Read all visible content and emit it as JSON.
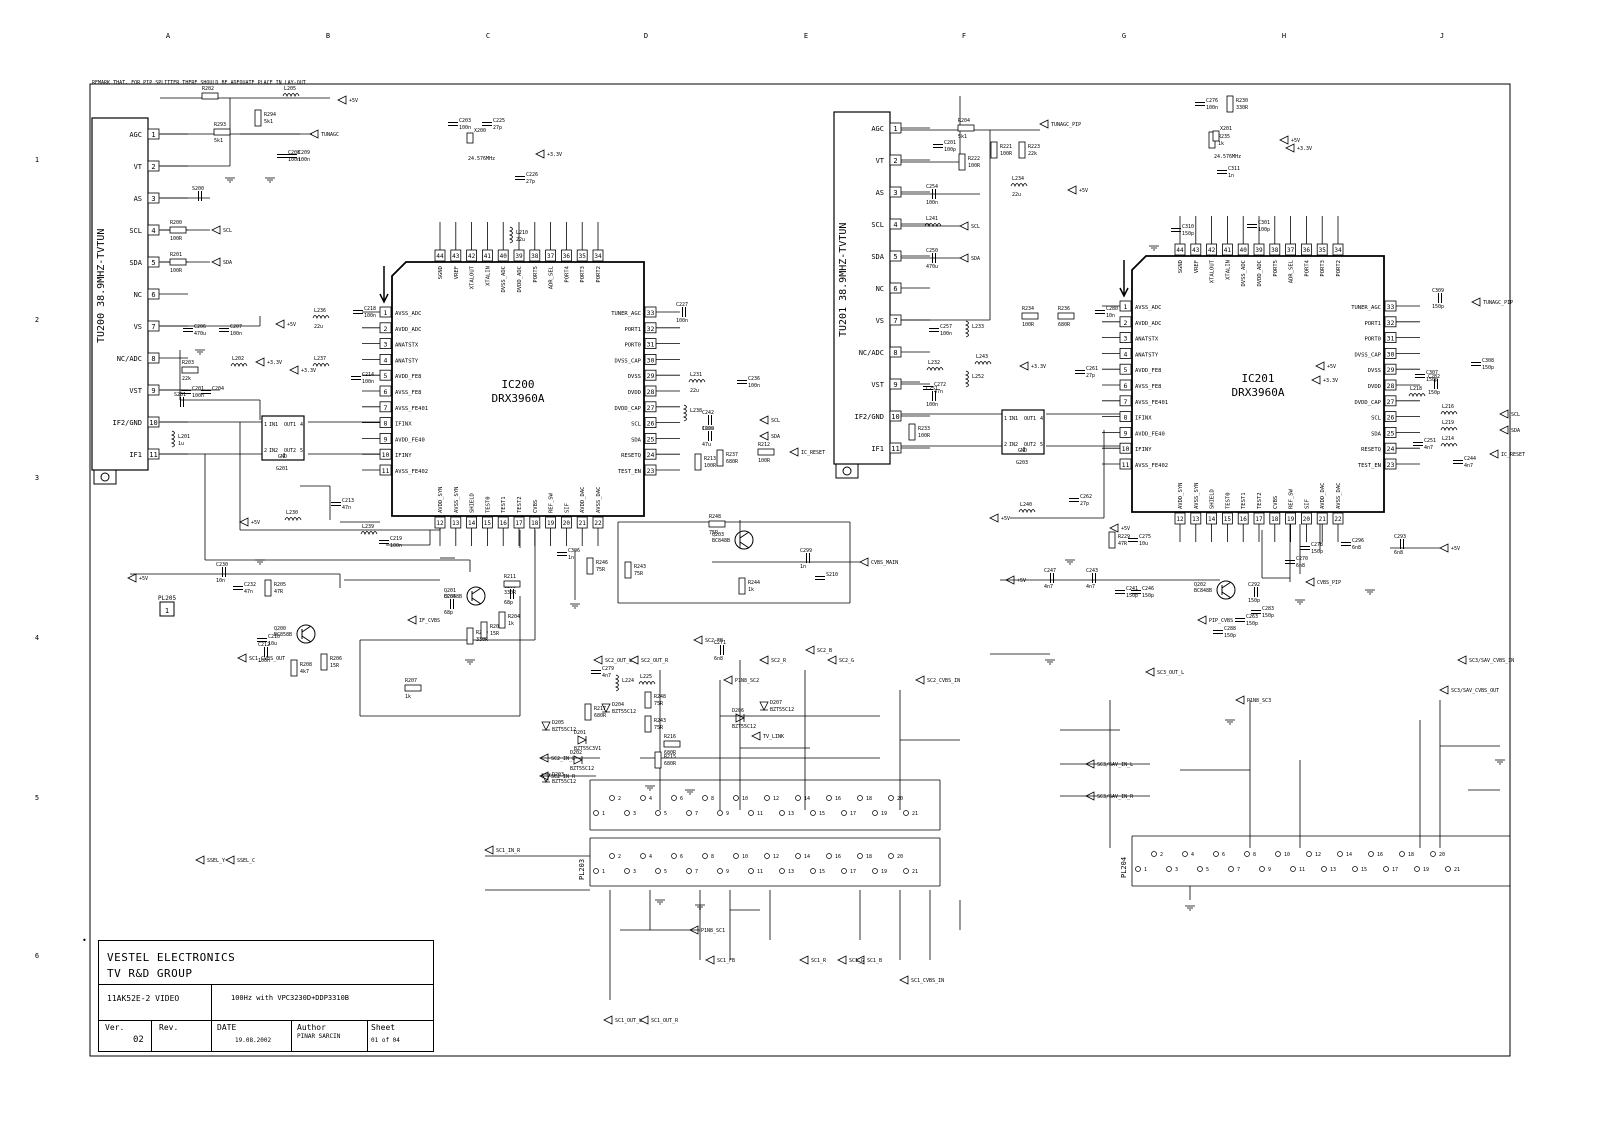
{
  "remark": "REMARK THAT, FOR PIP SPLITTER THERE SHOULD BE ADEQUATE PLACE IN LAY-OUT",
  "grid": {
    "columns": [
      "A",
      "B",
      "C",
      "D",
      "E",
      "F",
      "G",
      "H",
      "J"
    ],
    "rows": [
      "1",
      "2",
      "3",
      "4",
      "5",
      "6"
    ]
  },
  "tuners": [
    {
      "ref": "TU200",
      "part": "38.9MHZ-TVTUN",
      "pins": [
        {
          "num": "1",
          "name": "AGC"
        },
        {
          "num": "2",
          "name": "VT"
        },
        {
          "num": "3",
          "name": "AS"
        },
        {
          "num": "4",
          "name": "SCL"
        },
        {
          "num": "5",
          "name": "SDA"
        },
        {
          "num": "6",
          "name": "NC"
        },
        {
          "num": "7",
          "name": "VS"
        },
        {
          "num": "8",
          "name": "NC/ADC"
        },
        {
          "num": "9",
          "name": "VST"
        },
        {
          "num": "10",
          "name": "IF2/GND"
        },
        {
          "num": "11",
          "name": "IF1"
        }
      ]
    },
    {
      "ref": "TU201",
      "part": "38.9MHZ-TVTUN",
      "pins": [
        {
          "num": "1",
          "name": "AGC"
        },
        {
          "num": "2",
          "name": "VT"
        },
        {
          "num": "3",
          "name": "AS"
        },
        {
          "num": "4",
          "name": "SCL"
        },
        {
          "num": "5",
          "name": "SDA"
        },
        {
          "num": "6",
          "name": "NC"
        },
        {
          "num": "7",
          "name": "VS"
        },
        {
          "num": "8",
          "name": "NC/ADC"
        },
        {
          "num": "9",
          "name": "VST"
        },
        {
          "num": "10",
          "name": "IF2/GND"
        },
        {
          "num": "11",
          "name": "IF1"
        }
      ]
    }
  ],
  "ics": [
    {
      "ref": "IC200",
      "part": "DRX3960A",
      "left": [
        {
          "num": "1",
          "name": "AVSS_ADC"
        },
        {
          "num": "2",
          "name": "AVDD_ADC"
        },
        {
          "num": "3",
          "name": "ANATSTX"
        },
        {
          "num": "4",
          "name": "ANATSTY"
        },
        {
          "num": "5",
          "name": "AVDD_FE8"
        },
        {
          "num": "6",
          "name": "AVSS_FE8"
        },
        {
          "num": "7",
          "name": "AVSS_FE401"
        },
        {
          "num": "8",
          "name": "IFINX"
        },
        {
          "num": "9",
          "name": "AVDD_FE40"
        },
        {
          "num": "10",
          "name": "IFINY"
        },
        {
          "num": "11",
          "name": "AVSS_FE402"
        }
      ],
      "right": [
        {
          "num": "33",
          "name": "TUNER_AGC"
        },
        {
          "num": "32",
          "name": "PORT1"
        },
        {
          "num": "31",
          "name": "PORT0"
        },
        {
          "num": "30",
          "name": "DVSS_CAP"
        },
        {
          "num": "29",
          "name": "DVSS"
        },
        {
          "num": "28",
          "name": "DVDD"
        },
        {
          "num": "27",
          "name": "DVDD_CAP"
        },
        {
          "num": "26",
          "name": "SCL"
        },
        {
          "num": "25",
          "name": "SDA"
        },
        {
          "num": "24",
          "name": "RESETQ"
        },
        {
          "num": "23",
          "name": "TEST_EN"
        }
      ],
      "top": [
        {
          "num": "44",
          "name": "SGND"
        },
        {
          "num": "43",
          "name": "VREF"
        },
        {
          "num": "42",
          "name": "XTALOUT"
        },
        {
          "num": "41",
          "name": "XTALIN"
        },
        {
          "num": "40",
          "name": "DVSS_ADC"
        },
        {
          "num": "39",
          "name": "DVDD_ADC"
        },
        {
          "num": "38",
          "name": "PORT5"
        },
        {
          "num": "37",
          "name": "ADR_SEL"
        },
        {
          "num": "36",
          "name": "PORT4"
        },
        {
          "num": "35",
          "name": "PORT3"
        },
        {
          "num": "34",
          "name": "PORT2"
        }
      ],
      "bottom": [
        {
          "num": "12",
          "name": "AVDD_SYN"
        },
        {
          "num": "13",
          "name": "AVSS_SYN"
        },
        {
          "num": "14",
          "name": "SHIELD"
        },
        {
          "num": "15",
          "name": "TEST0"
        },
        {
          "num": "16",
          "name": "TEST1"
        },
        {
          "num": "17",
          "name": "TEST2"
        },
        {
          "num": "18",
          "name": "CVBS"
        },
        {
          "num": "19",
          "name": "REF_SW"
        },
        {
          "num": "20",
          "name": "SIF"
        },
        {
          "num": "21",
          "name": "AVDD_DAC"
        },
        {
          "num": "22",
          "name": "AVSS_DAC"
        }
      ]
    },
    {
      "ref": "IC201",
      "part": "DRX3960A",
      "left": [
        {
          "num": "1",
          "name": "AVSS_ADC"
        },
        {
          "num": "2",
          "name": "AVDD_ADC"
        },
        {
          "num": "3",
          "name": "ANATSTX"
        },
        {
          "num": "4",
          "name": "ANATSTY"
        },
        {
          "num": "5",
          "name": "AVDD_FE8"
        },
        {
          "num": "6",
          "name": "AVSS_FE8"
        },
        {
          "num": "7",
          "name": "AVSS_FE401"
        },
        {
          "num": "8",
          "name": "IFINX"
        },
        {
          "num": "9",
          "name": "AVDD_FE40"
        },
        {
          "num": "10",
          "name": "IFINY"
        },
        {
          "num": "11",
          "name": "AVSS_FE402"
        }
      ],
      "right": [
        {
          "num": "33",
          "name": "TUNER_AGC"
        },
        {
          "num": "32",
          "name": "PORT1"
        },
        {
          "num": "31",
          "name": "PORT0"
        },
        {
          "num": "30",
          "name": "DVSS_CAP"
        },
        {
          "num": "29",
          "name": "DVSS"
        },
        {
          "num": "28",
          "name": "DVDD"
        },
        {
          "num": "27",
          "name": "DVDD_CAP"
        },
        {
          "num": "26",
          "name": "SCL"
        },
        {
          "num": "25",
          "name": "SDA"
        },
        {
          "num": "24",
          "name": "RESETQ"
        },
        {
          "num": "23",
          "name": "TEST_EN"
        }
      ],
      "top": [
        {
          "num": "44",
          "name": "SGND"
        },
        {
          "num": "43",
          "name": "VREF"
        },
        {
          "num": "42",
          "name": "XTALOUT"
        },
        {
          "num": "41",
          "name": "XTALIN"
        },
        {
          "num": "40",
          "name": "DVSS_ADC"
        },
        {
          "num": "39",
          "name": "DVDD_ADC"
        },
        {
          "num": "38",
          "name": "PORT5"
        },
        {
          "num": "37",
          "name": "ADR_SEL"
        },
        {
          "num": "36",
          "name": "PORT4"
        },
        {
          "num": "35",
          "name": "PORT3"
        },
        {
          "num": "34",
          "name": "PORT2"
        }
      ],
      "bottom": [
        {
          "num": "12",
          "name": "AVDD_SYN"
        },
        {
          "num": "13",
          "name": "AVSS_SYN"
        },
        {
          "num": "14",
          "name": "SHIELD"
        },
        {
          "num": "15",
          "name": "TEST0"
        },
        {
          "num": "16",
          "name": "TEST1"
        },
        {
          "num": "17",
          "name": "TEST2"
        },
        {
          "num": "18",
          "name": "CVBS"
        },
        {
          "num": "19",
          "name": "REF_SW"
        },
        {
          "num": "20",
          "name": "SIF"
        },
        {
          "num": "21",
          "name": "AVDD_DAC"
        },
        {
          "num": "22",
          "name": "AVSS_DAC"
        }
      ]
    }
  ],
  "saw_filters": [
    {
      "ref": "G201",
      "pins": {
        "p1": "1",
        "p2": "2",
        "p3": "3",
        "p4": "4",
        "p5": "5"
      },
      "labels": {
        "in1": "IN1",
        "in2": "IN2",
        "out1": "OUT1",
        "out2": "OUT2",
        "gnd": "GND"
      }
    },
    {
      "ref": "G203",
      "pins": {
        "p1": "1",
        "p2": "2",
        "p3": "3",
        "p4": "4",
        "p5": "5"
      },
      "labels": {
        "in1": "IN1",
        "in2": "IN2",
        "out1": "OUT1",
        "out2": "OUT2",
        "gnd": "GND"
      }
    }
  ],
  "nets": {
    "p5v": "+5V",
    "p33v": "+3.3V",
    "scl": "SCL",
    "sda": "SDA",
    "tunagc": "TUNAGC",
    "tunagc_pip": "TUNAGC_PIP",
    "tunagc_pip2": "TUNAGC_PIP",
    "ic_reset": "IC_RESET",
    "cvbs_main": "CVBS_MAIN",
    "cvbs_pip": "CVBS_PIP",
    "if_cvbs": "IF_CVBS",
    "pip_cvbs": "PIP_CVBS",
    "sc1_cvbs_out": "SC1_CVBS_OUT",
    "sc2_inl": "SC2_IN_L",
    "sc2_inr": "SC2_IN_R",
    "sc1_inr": "SC1_IN_R",
    "sc3_inl": "SC3/SAV_IN_L",
    "sc3_inr": "SC3/SAV_IN_R",
    "tv_link": "TV_LINK",
    "ssel_y": "SSEL_Y",
    "ssel_c": "SSEL_C",
    "sc2_out_r": "SC2_OUT_R",
    "sc2_out_l": "SC2_OUT_L",
    "sc3_out_l": "SC3_OUT_L",
    "sc3_cvbs_out": "SC3/SAV_CVBS_OUT",
    "sc3_cvbs_in": "SC3/SAV_CVBS_IN",
    "sc1_out_r": "SC1_OUT_R",
    "sc1_out_l": "SC1_OUT_L",
    "sc1_cvbs_in": "SC1_CVBS_IN",
    "sc2_cvbs_in": "SC2_CVBS_IN",
    "sc1_r": "SC1_R",
    "sc1_g": "SC1_G",
    "sc1_b": "SC1_B",
    "sc2_r": "SC2_R",
    "sc2_g": "SC2_G",
    "sc2_b": "SC2_B",
    "sc2_fb": "SC2_FB",
    "sc1_fb": "SC1_FB",
    "sc1_pin8": "P1N8_SC1",
    "sc2_pin8": "P1N8_SC2",
    "sc3_pin8": "P1N8_SC3"
  },
  "connectors": [
    {
      "ref": "PL203",
      "pins_top": [
        "2",
        "4",
        "6",
        "8",
        "10",
        "12",
        "14",
        "16",
        "18",
        "20"
      ],
      "pins_bot": [
        "1",
        "3",
        "5",
        "7",
        "9",
        "11",
        "13",
        "15",
        "17",
        "19",
        "21"
      ]
    },
    {
      "ref": "PL203",
      "pins_top": [
        "2",
        "4",
        "6",
        "8",
        "10",
        "12",
        "14",
        "16",
        "18",
        "20"
      ],
      "pins_bot": [
        "1",
        "3",
        "5",
        "7",
        "9",
        "11",
        "13",
        "15",
        "17",
        "19",
        "21"
      ]
    },
    {
      "ref": "PL204",
      "pins_top": [
        "2",
        "4",
        "6",
        "8",
        "10",
        "12",
        "14",
        "16",
        "18",
        "20"
      ],
      "pins_bot": [
        "1",
        "3",
        "5",
        "7",
        "9",
        "11",
        "13",
        "15",
        "17",
        "19",
        "21"
      ]
    }
  ],
  "pl205": {
    "ref": "PL205",
    "pin": "1"
  },
  "transistors": [
    {
      "ref": "Q201",
      "part": "BC848B"
    },
    {
      "ref": "Q200",
      "part": "BC858B"
    },
    {
      "ref": "Q203",
      "part": "BC848B"
    },
    {
      "ref": "Q202",
      "part": "BC848B"
    }
  ],
  "crystals": [
    {
      "ref": "X200",
      "freq": "24.576MHz"
    },
    {
      "ref": "X201",
      "freq": "24.576MHz"
    }
  ],
  "components": [
    {
      "ref": "R202",
      "val": ""
    },
    {
      "ref": "R293",
      "val": "5k1"
    },
    {
      "ref": "R294",
      "val": "5k1"
    },
    {
      "ref": "L205",
      "val": ""
    },
    {
      "ref": "C208",
      "val": "100n"
    },
    {
      "ref": "C209",
      "val": "100n"
    },
    {
      "ref": "S200",
      "val": ""
    },
    {
      "ref": "R200",
      "val": "100R"
    },
    {
      "ref": "R201",
      "val": "100R"
    },
    {
      "ref": "C206",
      "val": "470u"
    },
    {
      "ref": "C207",
      "val": "100n"
    },
    {
      "ref": "R203",
      "val": "22k"
    },
    {
      "ref": "C201",
      "val": "100n"
    },
    {
      "ref": "C204",
      "val": ""
    },
    {
      "ref": "S201",
      "val": ""
    },
    {
      "ref": "L201",
      "val": "1u"
    },
    {
      "ref": "L202",
      "val": ""
    },
    {
      "ref": "L236",
      "val": "22u"
    },
    {
      "ref": "C218",
      "val": "100n"
    },
    {
      "ref": "L237",
      "val": ""
    },
    {
      "ref": "C214",
      "val": "100n"
    },
    {
      "ref": "C213",
      "val": "47n"
    },
    {
      "ref": "L230",
      "val": ""
    },
    {
      "ref": "L239",
      "val": ""
    },
    {
      "ref": "C219",
      "val": "100n"
    },
    {
      "ref": "C203",
      "val": "100n"
    },
    {
      "ref": "C225",
      "val": "27p"
    },
    {
      "ref": "C226",
      "val": "27p"
    },
    {
      "ref": "L210",
      "val": "22u"
    },
    {
      "ref": "C227",
      "val": "100n"
    },
    {
      "ref": "L231",
      "val": "22u"
    },
    {
      "ref": "C236",
      "val": "100n"
    },
    {
      "ref": "L238",
      "val": ""
    },
    {
      "ref": "C242",
      "val": "100n"
    },
    {
      "ref": "C229",
      "val": "47u"
    },
    {
      "ref": "R212",
      "val": "100R"
    },
    {
      "ref": "R213",
      "val": "100R"
    },
    {
      "ref": "R237",
      "val": "680R"
    },
    {
      "ref": "C230",
      "val": "10n"
    },
    {
      "ref": "C232",
      "val": "47n"
    },
    {
      "ref": "R205",
      "val": "47R"
    },
    {
      "ref": "C210",
      "val": "10u"
    },
    {
      "ref": "C212",
      "val": "100n"
    },
    {
      "ref": "R208",
      "val": "4k7"
    },
    {
      "ref": "R206",
      "val": "15R"
    },
    {
      "ref": "R207",
      "val": "1k"
    },
    {
      "ref": "C205",
      "val": "68p"
    },
    {
      "ref": "R210",
      "val": "330R"
    },
    {
      "ref": "R209",
      "val": "15R"
    },
    {
      "ref": "R204",
      "val": "1k"
    },
    {
      "ref": "C200",
      "val": "68p"
    },
    {
      "ref": "R211",
      "val": "330R"
    },
    {
      "ref": "C306",
      "val": "1n"
    },
    {
      "ref": "R246",
      "val": "75R"
    },
    {
      "ref": "R244",
      "val": "1k"
    },
    {
      "ref": "C299",
      "val": "1n"
    },
    {
      "ref": "S210",
      "val": ""
    },
    {
      "ref": "R248",
      "val": "75R"
    },
    {
      "ref": "R243",
      "val": "75R"
    },
    {
      "ref": "R204",
      "val": "5k1"
    },
    {
      "ref": "C201",
      "val": "100p"
    },
    {
      "ref": "R222",
      "val": "100R"
    },
    {
      "ref": "R221",
      "val": "100R"
    },
    {
      "ref": "R223",
      "val": "22k"
    },
    {
      "ref": "C254",
      "val": "100n"
    },
    {
      "ref": "L234",
      "val": "22u"
    },
    {
      "ref": "L241",
      "val": ""
    },
    {
      "ref": "C250",
      "val": "470u"
    },
    {
      "ref": "C257",
      "val": "100n"
    },
    {
      "ref": "L233",
      "val": ""
    },
    {
      "ref": "L232",
      "val": ""
    },
    {
      "ref": "C272",
      "val": "47n"
    },
    {
      "ref": "L252",
      "val": ""
    },
    {
      "ref": "L243",
      "val": ""
    },
    {
      "ref": "C251",
      "val": "100n"
    },
    {
      "ref": "R233",
      "val": "100R"
    },
    {
      "ref": "R234",
      "val": "100R"
    },
    {
      "ref": "R236",
      "val": "680R"
    },
    {
      "ref": "C280",
      "val": "10n"
    },
    {
      "ref": "C261",
      "val": "27p"
    },
    {
      "ref": "C262",
      "val": "27p"
    },
    {
      "ref": "L240",
      "val": ""
    },
    {
      "ref": "R229",
      "val": "47R"
    },
    {
      "ref": "C275",
      "val": "10u"
    },
    {
      "ref": "C276",
      "val": "100n"
    },
    {
      "ref": "R230",
      "val": "330R"
    },
    {
      "ref": "R235",
      "val": "1k"
    },
    {
      "ref": "C311",
      "val": "1n"
    },
    {
      "ref": "C301",
      "val": "100p"
    },
    {
      "ref": "C310",
      "val": "150p"
    },
    {
      "ref": "C309",
      "val": "150p"
    },
    {
      "ref": "C308",
      "val": "150p"
    },
    {
      "ref": "C307",
      "val": "150p"
    },
    {
      "ref": "C282",
      "val": "150p"
    },
    {
      "ref": "L218",
      "val": ""
    },
    {
      "ref": "L216",
      "val": ""
    },
    {
      "ref": "L219",
      "val": ""
    },
    {
      "ref": "L214",
      "val": ""
    },
    {
      "ref": "C244",
      "val": "4n7"
    },
    {
      "ref": "C251",
      "val": "4n7"
    },
    {
      "ref": "C293",
      "val": "6n8"
    },
    {
      "ref": "C296",
      "val": "6n8"
    },
    {
      "ref": "C247",
      "val": "4n7"
    },
    {
      "ref": "C243",
      "val": "4n7"
    },
    {
      "ref": "C241",
      "val": "150p"
    },
    {
      "ref": "C246",
      "val": "150p"
    },
    {
      "ref": "C292",
      "val": "150p"
    },
    {
      "ref": "C283",
      "val": "150p"
    },
    {
      "ref": "C288",
      "val": "150p"
    },
    {
      "ref": "C263",
      "val": "150p"
    },
    {
      "ref": "C278",
      "val": "150p"
    },
    {
      "ref": "C270",
      "val": "6n8"
    },
    {
      "ref": "C271",
      "val": "6n8"
    },
    {
      "ref": "C279",
      "val": "4n7"
    },
    {
      "ref": "L224",
      "val": ""
    },
    {
      "ref": "L225",
      "val": ""
    },
    {
      "ref": "R248",
      "val": "75R"
    },
    {
      "ref": "R243",
      "val": "75R"
    },
    {
      "ref": "R215",
      "val": "680R"
    },
    {
      "ref": "R216",
      "val": "680R"
    },
    {
      "ref": "R217",
      "val": "680R"
    },
    {
      "ref": "D204",
      "val": "BZT55C12"
    },
    {
      "ref": "D201",
      "val": "BZT55C3V1"
    },
    {
      "ref": "D202",
      "val": "BZT55C12"
    },
    {
      "ref": "D205",
      "val": "BZT55C12"
    },
    {
      "ref": "D203",
      "val": "BZT55C12"
    },
    {
      "ref": "D206",
      "val": "BZT55C12"
    },
    {
      "ref": "D207",
      "val": "BZT55C12"
    }
  ],
  "title_block": {
    "company": "VESTEL ELECTRONICS",
    "group": "TV R&D GROUP",
    "model": "11AK52E-2 VIDEO",
    "description": "100Hz with VPC3230D+DDP3310B",
    "ver_label": "Ver.",
    "ver": "02",
    "rev_label": "Rev.",
    "date_label": "DATE",
    "date": "19.08.2002",
    "author_label": "Author",
    "author": "PINAR SARCIN",
    "sheet_label": "Sheet",
    "sheet": "01 of 04"
  }
}
